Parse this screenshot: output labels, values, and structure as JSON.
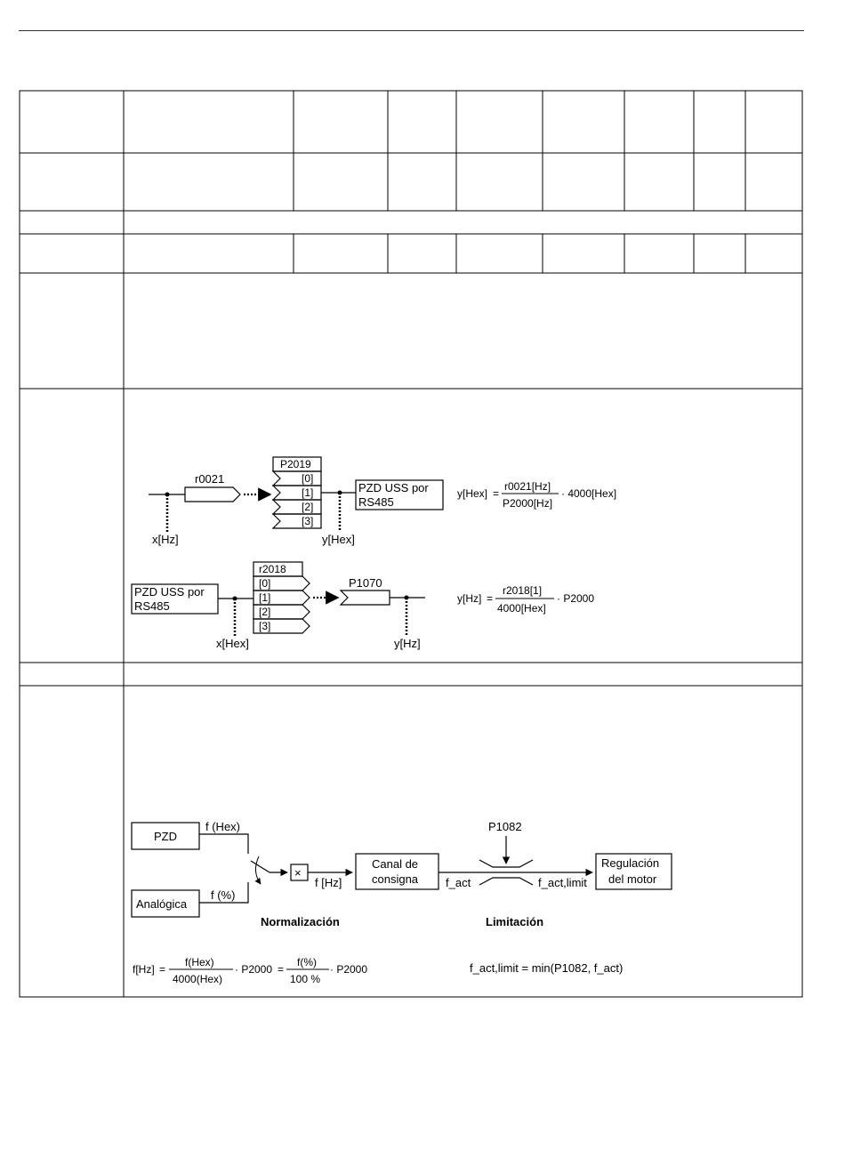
{
  "diagram1": {
    "box_label": "r0021",
    "array_name": "P2019",
    "indices": [
      "[0]",
      "[1]",
      "[2]",
      "[3]"
    ],
    "target_line1": "PZD USS por",
    "target_line2": "RS485",
    "in_label": "x[Hz]",
    "out_label": "y[Hex]",
    "formula_lhs": "y[Hex]",
    "formula_num": "r0021[Hz]",
    "formula_den": "P2000[Hz]",
    "formula_rhs": "· 4000[Hex]"
  },
  "diagram2": {
    "source_line1": "PZD USS por",
    "source_line2": "RS485",
    "array_name": "r2018",
    "indices": [
      "[0]",
      "[1]",
      "[2]",
      "[3]"
    ],
    "box_label": "P1070",
    "in_label": "x[Hex]",
    "out_label": "y[Hz]",
    "formula_lhs": "y[Hz]",
    "formula_num": "r2018[1]",
    "formula_den": "4000[Hex]",
    "formula_rhs": "· P2000"
  },
  "diagram3": {
    "pzd": "PZD",
    "pzd_signal": "f (Hex)",
    "analog": "Analógica",
    "analog_signal": "f (%)",
    "multiplier": "×",
    "hz_signal": "f [Hz]",
    "canal_line1": "Canal de",
    "canal_line2": "consigna",
    "f_act": "f_act",
    "limit_param": "P1082",
    "f_act_limit": "f_act,limit",
    "motor_line1": "Regulación",
    "motor_line2": "del motor",
    "norm_title": "Normalización",
    "limit_title": "Limitación",
    "formula_lhs": "f[Hz]",
    "frac1_num": "f(Hex)",
    "frac1_den": "4000(Hex)",
    "mid": "· P2000",
    "frac2_num": "f(%)",
    "frac2_den": "100 %",
    "end": "· P2000",
    "limit_formula": "f_act,limit  = min(P1082, f_act)"
  }
}
